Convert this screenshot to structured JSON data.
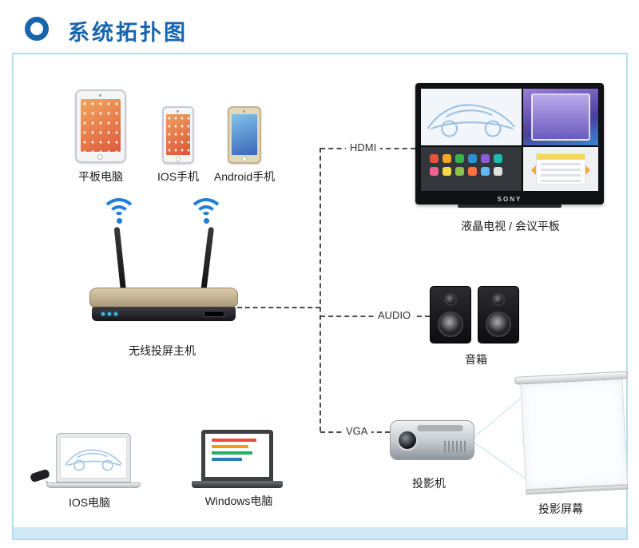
{
  "header": {
    "title": "系统拓扑图"
  },
  "panel": {
    "devices": {
      "tablet": {
        "label": "平板电脑"
      },
      "ios_phone": {
        "label": "IOS手机"
      },
      "android_phone": {
        "label": "Android手机"
      },
      "host": {
        "label": "无线投屏主机"
      },
      "ios_pc": {
        "label": "IOS电脑"
      },
      "windows_pc": {
        "label": "Windows电脑"
      },
      "tv": {
        "label": "液晶电视 / 会议平板",
        "brand": "SONY"
      },
      "speakers": {
        "label": "音箱"
      },
      "projector": {
        "label": "投影机"
      },
      "screen": {
        "label": "投影屏幕"
      }
    },
    "connections": {
      "hdmi": "HDMI",
      "audio": "AUDIO",
      "vga": "VGA"
    }
  },
  "colors": {
    "accent_blue": "#1765ae",
    "panel_border": "#b5ddef",
    "panel_strip": "#cfe9f6",
    "wifi_blue": "#1d7fd8",
    "dashed_line": "#4a4a4a"
  },
  "icons": {
    "bullet": "ring-icon",
    "wifi": "wifi-signal-icon"
  }
}
